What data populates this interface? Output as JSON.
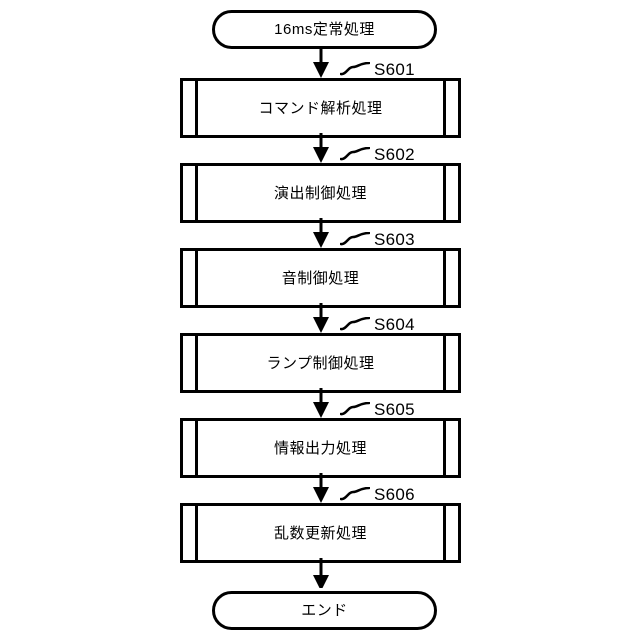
{
  "diagram": {
    "type": "flowchart",
    "orientation": "vertical",
    "line_color": "#000000",
    "background_color": "#ffffff",
    "start": {
      "shape": "terminal",
      "label": "16ms定常処理"
    },
    "end": {
      "shape": "terminal",
      "label": "エンド"
    },
    "steps": [
      {
        "shape": "predefined-process",
        "label": "コマンド解析処理",
        "ref": "S601"
      },
      {
        "shape": "predefined-process",
        "label": "演出制御処理",
        "ref": "S602"
      },
      {
        "shape": "predefined-process",
        "label": "音制御処理",
        "ref": "S603"
      },
      {
        "shape": "predefined-process",
        "label": "ランプ制御処理",
        "ref": "S604"
      },
      {
        "shape": "predefined-process",
        "label": "情報出力処理",
        "ref": "S605"
      },
      {
        "shape": "predefined-process",
        "label": "乱数更新処理",
        "ref": "S606"
      }
    ]
  }
}
